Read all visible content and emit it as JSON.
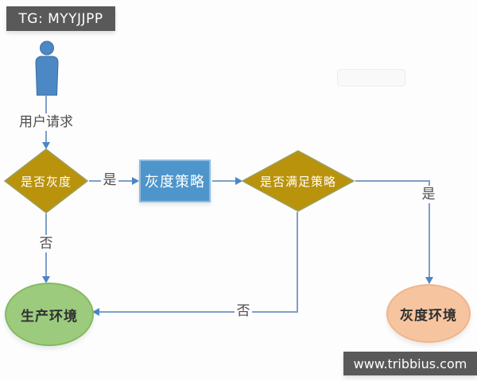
{
  "badge": {
    "label": "TG: MYYJJPP"
  },
  "footer": {
    "label": "www.tribbius.com"
  },
  "diagram": {
    "user_request_label": "用户请求",
    "decision_is_gray": "是否灰度",
    "process_gray_strategy": "灰度策略",
    "decision_meets_strategy": "是否满足策略",
    "label_yes_1": "是",
    "label_yes_2": "是",
    "label_no_1": "否",
    "label_no_2": "否",
    "node_production_env": "生产环境",
    "node_gray_env": "灰度环境"
  },
  "colors": {
    "badge_bg": "#595959",
    "line_blue": "#7d9fc9",
    "arrow_blue": "#4a86c5",
    "person_blue": "#4c88c3",
    "process_fill": "#4e95cb",
    "decision_fill": "#ba930d",
    "production_fill": "#9ccb7e",
    "gray_env_fill": "#f6c5a0"
  }
}
